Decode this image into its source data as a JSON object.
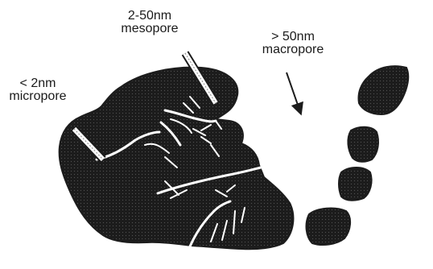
{
  "labels": {
    "micro": {
      "size": "< 2nm",
      "name": "micropore"
    },
    "meso": {
      "size": "2-50nm",
      "name": "mesopore"
    },
    "macro": {
      "size": "> 50nm",
      "name": "macropore"
    }
  },
  "colors": {
    "particle": "#1c1c1c",
    "pore": "#ffffff",
    "text": "#1a1a1a",
    "background": "#ffffff"
  },
  "icons": {
    "micropore_pointer": "hatched-arrow-icon",
    "mesopore_pointer": "hatched-arrow-icon",
    "macropore_pointer": "arrow-icon"
  }
}
